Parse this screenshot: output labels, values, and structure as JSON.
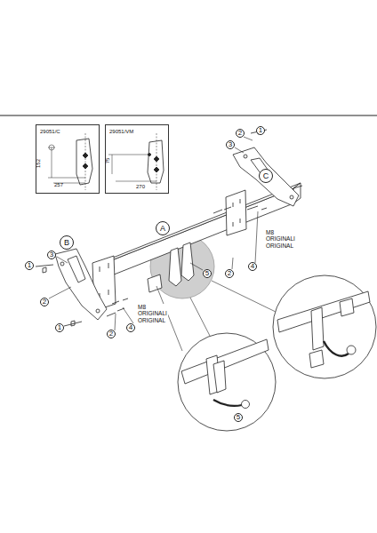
{
  "diagram": {
    "nodes": [
      {
        "text": [
          "29051/C",
          "152",
          "257"
        ]
      },
      {
        "text": [
          "29051/VM",
          "75",
          "270"
        ]
      },
      {
        "text": [
          "2"
        ]
      },
      {
        "text": [
          "1"
        ]
      },
      {
        "text": [
          "3"
        ]
      },
      {
        "text": [
          "C"
        ]
      },
      {
        "text": [
          "A"
        ]
      },
      {
        "text": [
          "B"
        ]
      },
      {
        "text": [
          "3"
        ]
      },
      {
        "text": [
          "1"
        ]
      },
      {
        "text": [
          "5"
        ]
      },
      {
        "text": [
          "2"
        ]
      },
      {
        "text": [
          "4"
        ]
      },
      {
        "text": [
          "2"
        ]
      },
      {
        "text": [
          "1"
        ]
      },
      {
        "text": [
          "2"
        ]
      },
      {
        "text": [
          "4"
        ]
      },
      {
        "text": [
          "5"
        ]
      }
    ],
    "labels": [
      "M8 ORIGINALI ORIGINAL",
      "M8 ORIGINALI ORIGINAL"
    ]
  }
}
